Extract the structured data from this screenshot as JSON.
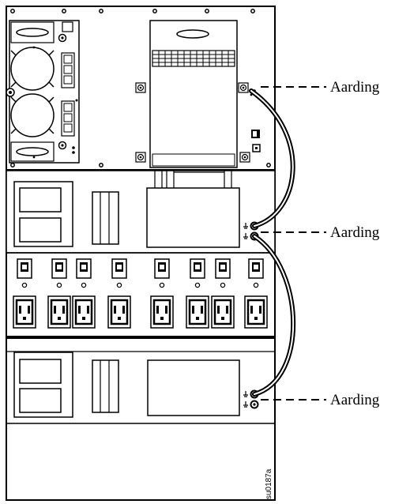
{
  "callouts": [
    {
      "label": "Aarding"
    },
    {
      "label": "Aarding"
    },
    {
      "label": "Aarding"
    }
  ],
  "reference_code": "su0187a",
  "colors": {
    "line": "#000000",
    "background": "#ffffff"
  }
}
